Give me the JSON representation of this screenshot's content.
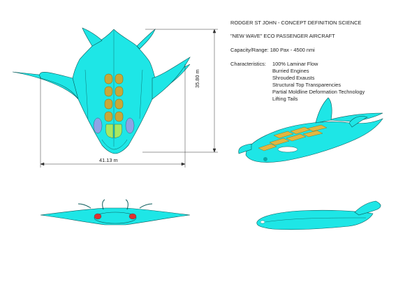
{
  "sheet": {
    "author_line": "RODGER ST JOHN - CONCEPT DEFINITION SCIENCE",
    "project_line": "\"NEW WAVE\" ECO PASSENGER AIRCRAFT",
    "capacity_line": "Capacity/Range: 180 Pax - 4500 nmi",
    "characteristics_label": "Characteristics:",
    "characteristics": [
      "100% Laminar Flow",
      "Burried Engines",
      "Shrouded Exausts",
      "Structural Top Transparencies",
      "Partial Moldline Deformation Technology",
      "Lifting Tails"
    ]
  },
  "dimensions": {
    "length": "35.80 m",
    "span": "41.13 m"
  },
  "colors": {
    "body": "#1ee6e6",
    "body_dark": "#0aa8a8",
    "outline": "#0a5a5a",
    "window": "#c8a838",
    "window_edge": "#7a6a1a",
    "window_fill": "#e2b640",
    "green_glass": "#a8e860",
    "lavender": "#8ea2e6",
    "red": "#e03030"
  }
}
